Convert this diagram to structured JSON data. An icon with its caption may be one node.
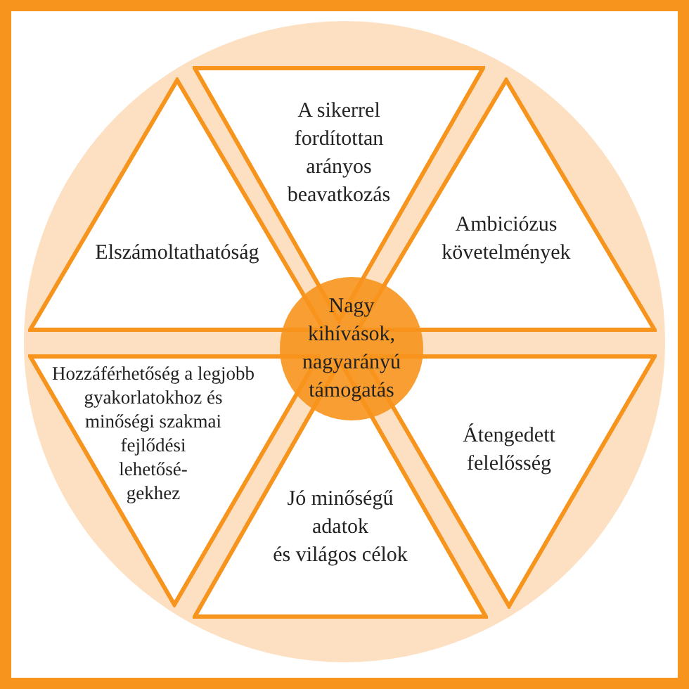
{
  "diagram": {
    "nodes": [
      {
        "text": [
          "A sikerrel fordítottan arányos beavatkozás"
        ]
      },
      {
        "text": [
          "Elszámoltathatóság"
        ]
      },
      {
        "text": [
          "Ambiciózus követelmények"
        ]
      },
      {
        "text": [
          "Nagy kihívások, nagyarányú támogatás"
        ]
      },
      {
        "text": [
          "Hozzáférhetőség a legjobb gyakorlatokhoz és minőségi szakmai fejlődési lehetősé- gekhez"
        ]
      },
      {
        "text": [
          "Átengedett felelősség"
        ]
      },
      {
        "text": [
          "Jó minőségű adatok és világos célok"
        ]
      }
    ]
  }
}
